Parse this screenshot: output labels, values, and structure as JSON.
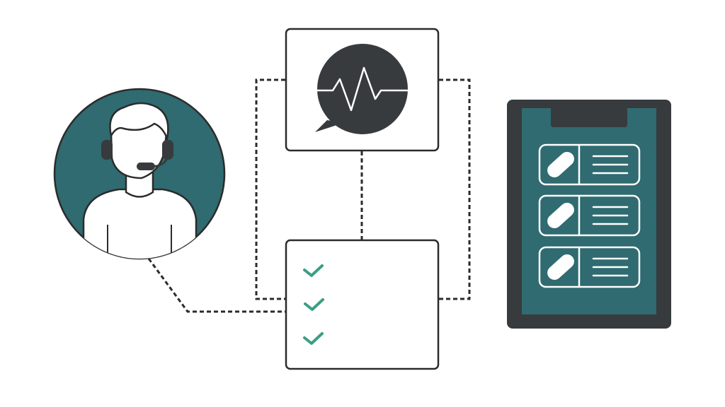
{
  "colors": {
    "teal": "#2f6b70",
    "dark": "#373b3e",
    "line": "#2b2b2b",
    "check": "#3a9e85",
    "white": "#ffffff"
  },
  "nodes": [
    {
      "id": "agent",
      "icon": "headset-agent-icon"
    },
    {
      "id": "monitor",
      "icon": "heartbeat-chat-icon"
    },
    {
      "id": "checklist",
      "icon": "checklist-icon",
      "checks": 3
    },
    {
      "id": "clipboard",
      "icon": "medication-clipboard-icon",
      "rows": 3
    }
  ],
  "connectors": [
    {
      "from": "agent",
      "to": "checklist",
      "style": "dashed"
    },
    {
      "from": "monitor",
      "to": "checklist",
      "style": "dashed"
    },
    {
      "from": "monitor",
      "to": "checklist",
      "side": "left",
      "style": "dashed"
    },
    {
      "from": "monitor",
      "to": "checklist",
      "side": "right",
      "style": "dashed"
    }
  ]
}
